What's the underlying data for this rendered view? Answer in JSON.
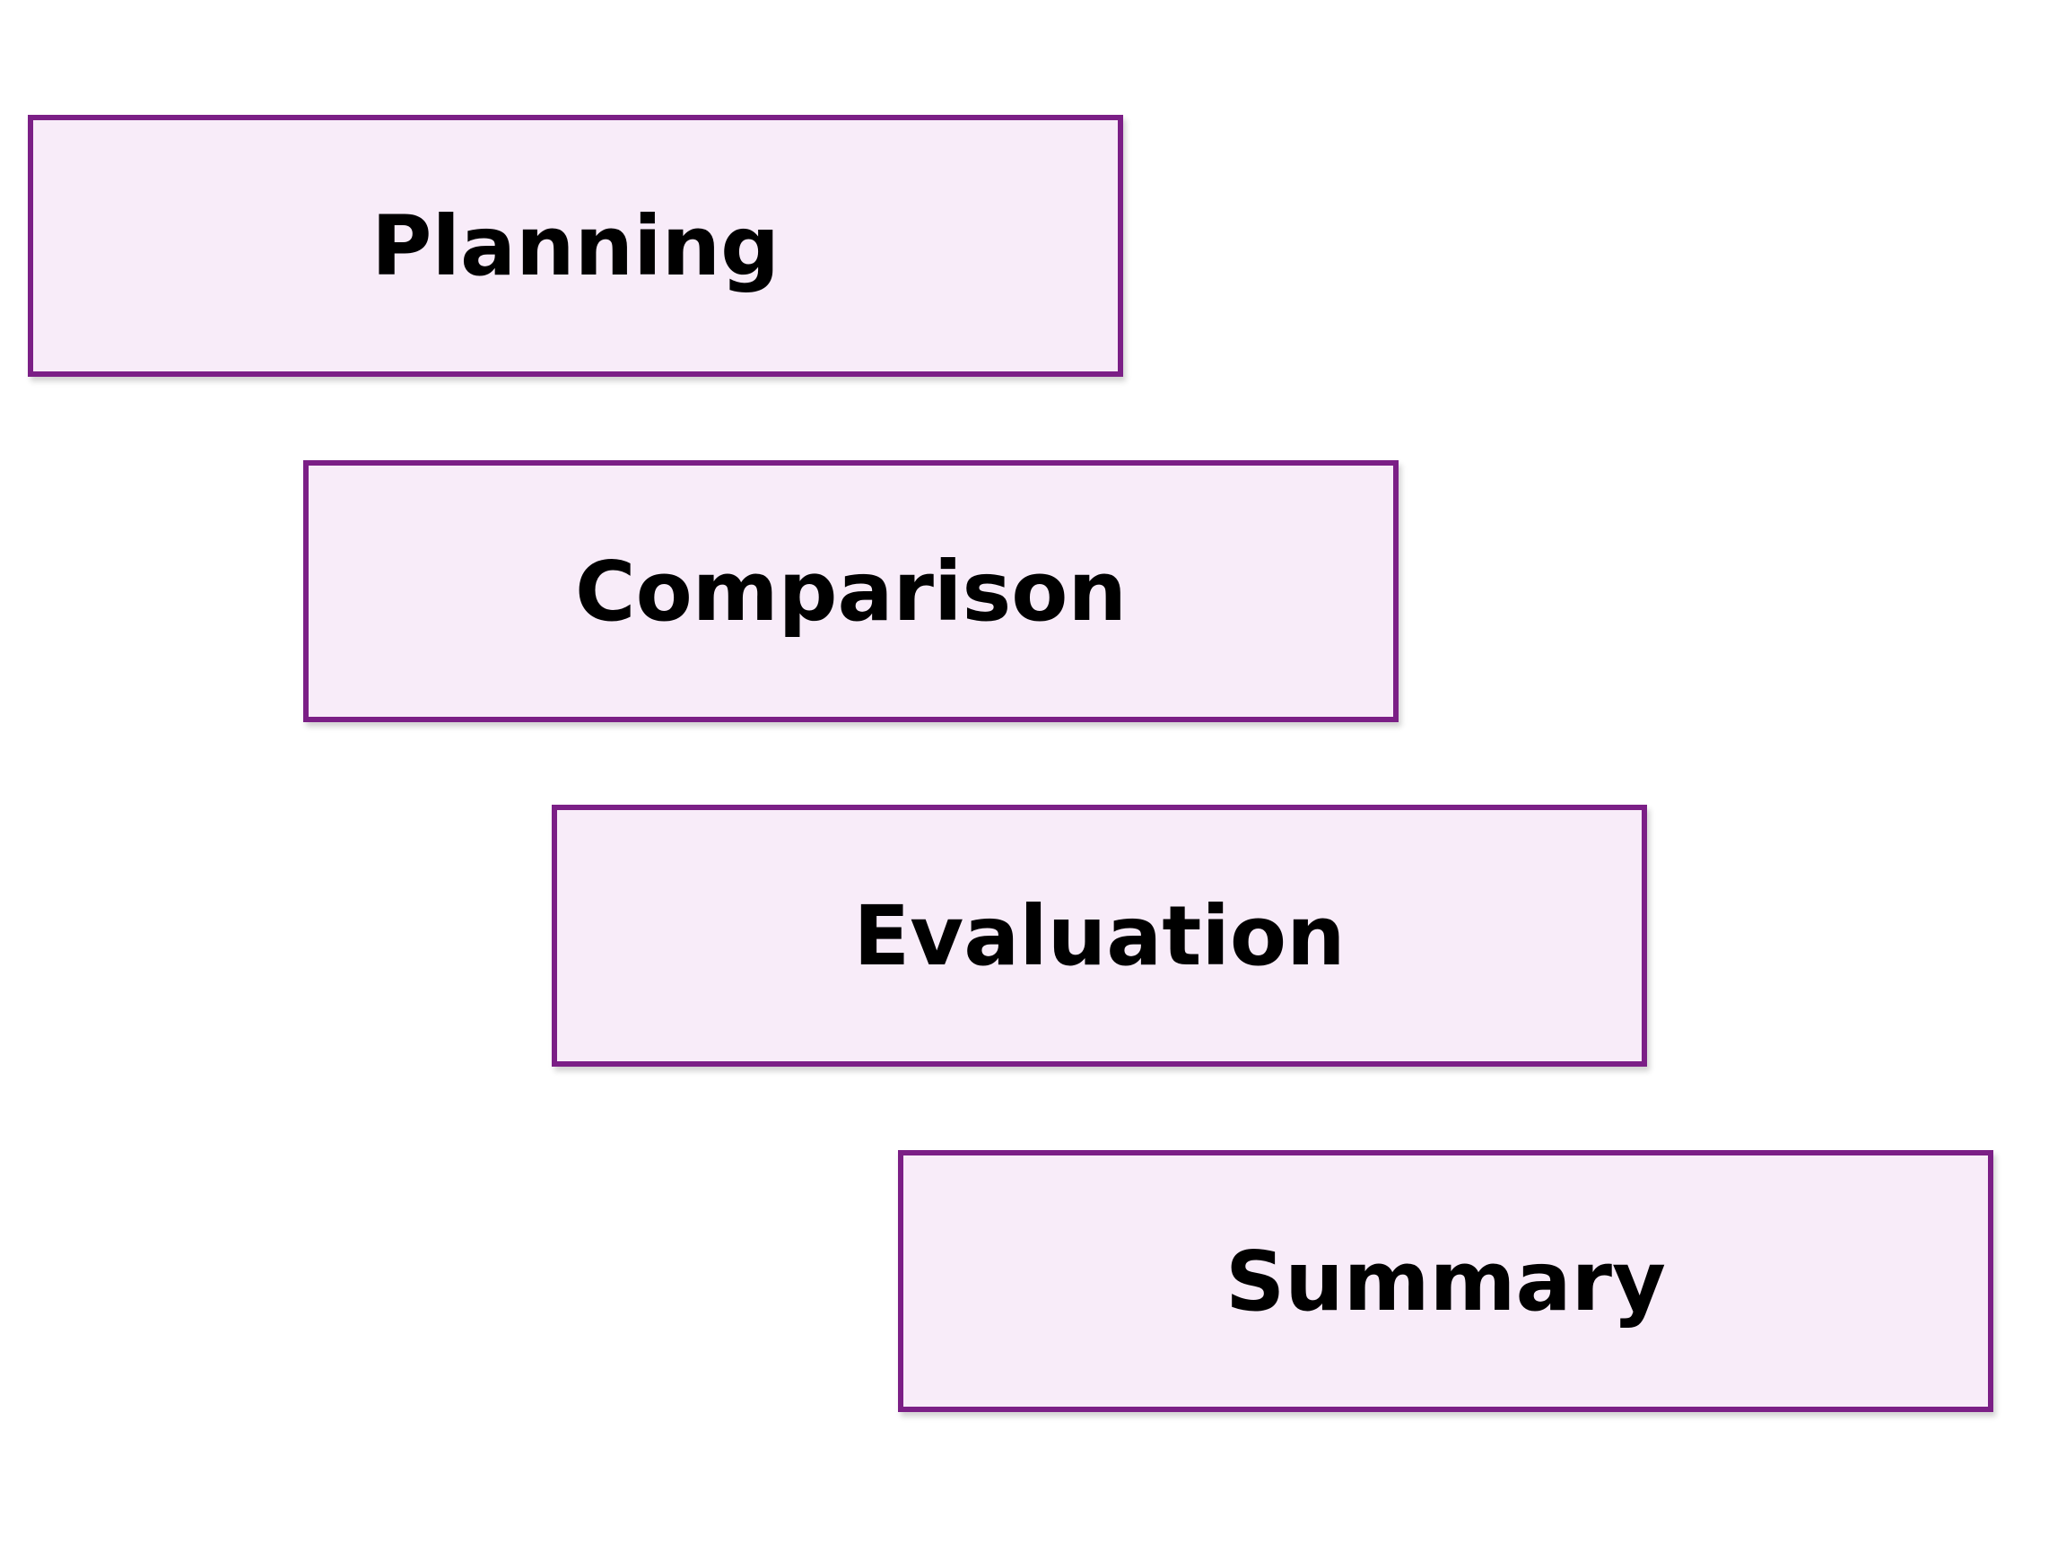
{
  "diagram": {
    "steps": [
      {
        "label": "Planning"
      },
      {
        "label": "Comparison"
      },
      {
        "label": "Evaluation"
      },
      {
        "label": "Summary"
      }
    ]
  },
  "colors": {
    "box_border": "#7b1f86",
    "box_fill": "#f8ecf9",
    "text": "#000000",
    "background": "#ffffff"
  }
}
